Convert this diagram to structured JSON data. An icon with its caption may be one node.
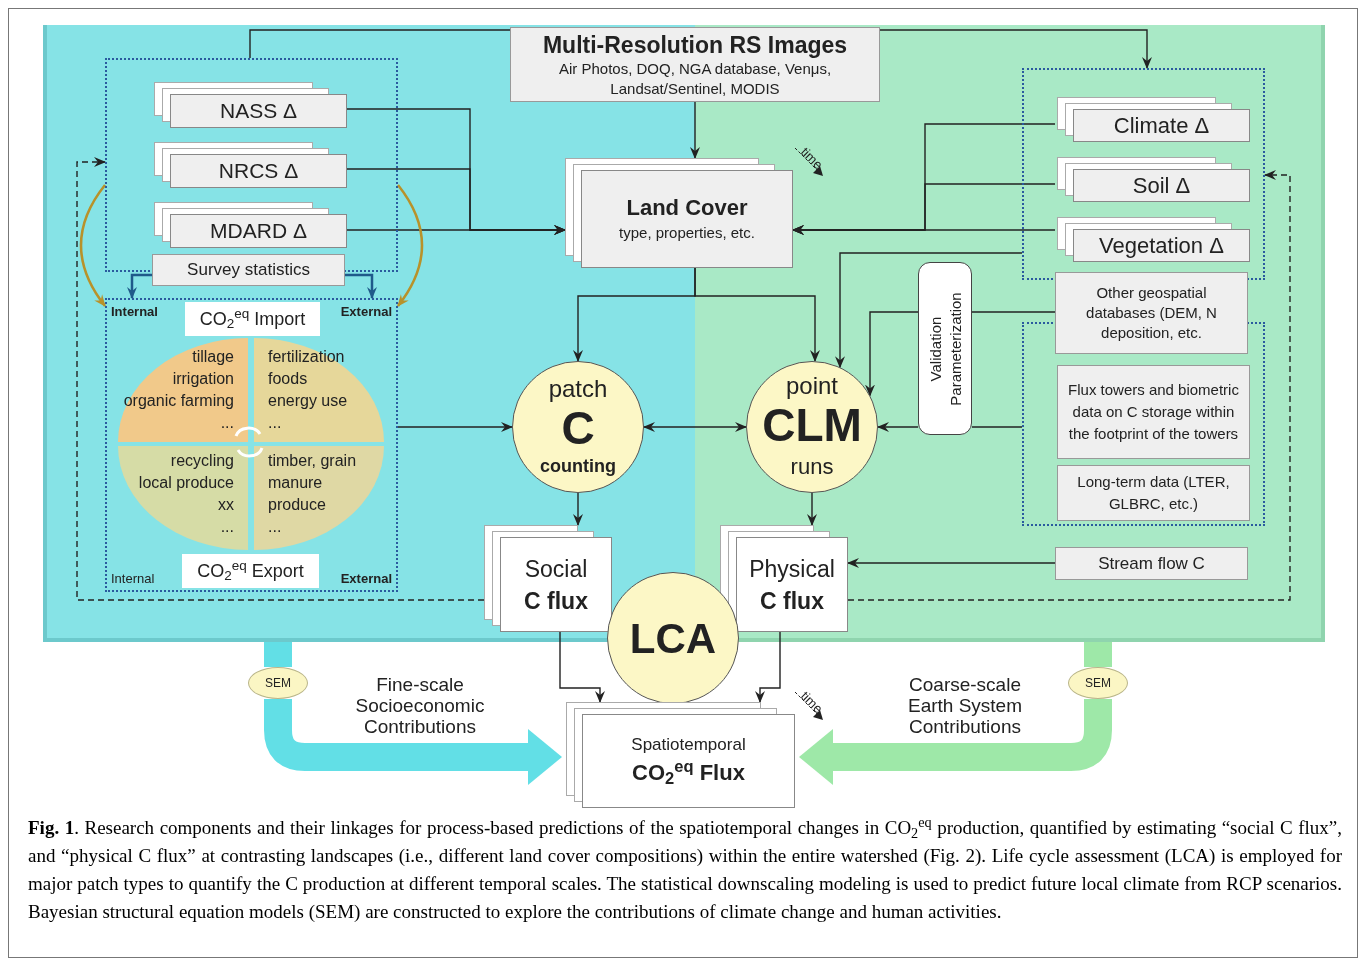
{
  "diagram": {
    "caption": "**Fig. 1**. Research components and their linkages for process-based predictions of the spatiotemporal changes in CO$_{2}$$^{eq}$ production, quantified by estimating “social C flux”, and “physical C flux” at contrasting landscapes (i.e., different land cover compositions) within the entire watershed (Fig. 2). Life cycle assessment (LCA) is employed for major patch types to quantify the C production at different temporal scales. The statistical downscaling modeling is used to predict future local climate from RCP scenarios. Bayesian structural equation models (SEM) are constructed to explore the contributions of climate change and human activities.",
    "nodes": [
      {
        "text": [
          "Multi-Resolution RS Images",
          "Air Photos, DOQ, NGA database, Venμs, Landsat/Sentinel, MODIS"
        ]
      },
      {
        "text": [],
        "shape": "box"
      },
      {
        "text": [
          "NASS Δ"
        ],
        "in": 1
      },
      {
        "text": [
          "NRCS Δ"
        ],
        "in": 1
      },
      {
        "text": [
          "MDARD Δ"
        ],
        "in": 1
      },
      {
        "text": [
          "Survey statistics"
        ]
      },
      {
        "text": [
          "Internal",
          "External",
          "Internal",
          "External"
        ]
      },
      {
        "text": [
          "CO$_{2}$$^{eq}$ Import"
        ],
        "in": 6
      },
      {
        "text": [
          "tillage",
          "irrigation",
          "organic farming",
          "..."
        ],
        "in": 6
      },
      {
        "text": [
          "fertilization",
          "foods",
          "energy use",
          "..."
        ],
        "in": 6
      },
      {
        "text": [
          "recycling",
          "local produce",
          "xx",
          "..."
        ],
        "in": 6
      },
      {
        "text": [
          "timber, grain",
          "manure",
          "produce",
          "..."
        ],
        "in": 6
      },
      {
        "text": [
          "CO$_{2}$$^{eq}$ Export"
        ],
        "in": 6
      },
      {
        "text": [
          "Land Cover",
          "type, properties, etc."
        ],
        "beside": [
          "time"
        ]
      },
      {
        "text": [],
        "shape": "box"
      },
      {
        "text": [
          "Climate Δ"
        ],
        "in": 14
      },
      {
        "text": [
          "Soil Δ"
        ],
        "in": 14
      },
      {
        "text": [
          "Vegetation Δ"
        ],
        "in": 14
      },
      {
        "text": [
          "Other geospatial databases (DEM, N deposition, etc."
        ]
      },
      {
        "text": [],
        "shape": "box"
      },
      {
        "text": [
          "Flux towers and biometric data on C storage within the footprint of the towers"
        ],
        "in": 19
      },
      {
        "text": [
          "Long-term data (LTER, GLBRC, etc.)"
        ],
        "in": 19
      },
      {
        "text": [
          "Validation Parameterization"
        ]
      },
      {
        "text": [
          "patch",
          "C",
          "counting"
        ]
      },
      {
        "text": [
          "point",
          "CLM",
          "runs"
        ]
      },
      {
        "text": [
          "Social",
          "C flux"
        ]
      },
      {
        "text": [
          "Physical",
          "C flux"
        ]
      },
      {
        "text": [
          "Stream flow C"
        ]
      },
      {
        "text": [
          "LCA"
        ]
      },
      {
        "text": [
          "Spatiotemporal",
          "CO$_{2}$$^{eq}$ Flux"
        ],
        "beside": [
          "time"
        ]
      },
      {
        "text": [
          "SEM"
        ]
      },
      {
        "text": [
          "SEM"
        ]
      }
    ],
    "edges": [
      {
        "from": 0,
        "to": 1,
        "arrow": "none"
      },
      {
        "from": 0,
        "to": 14,
        "arrow": "to"
      },
      {
        "from": 0,
        "to": 13,
        "arrow": "to"
      },
      {
        "from": 2,
        "to": 13,
        "arrow": "to"
      },
      {
        "from": 3,
        "to": 13,
        "arrow": "to"
      },
      {
        "from": 4,
        "to": 13,
        "arrow": "to"
      },
      {
        "from": 15,
        "to": 13,
        "arrow": "to"
      },
      {
        "from": 16,
        "to": 13,
        "arrow": "to"
      },
      {
        "from": 17,
        "to": 13,
        "arrow": "to"
      },
      {
        "from": 13,
        "to": 23,
        "arrow": "to"
      },
      {
        "from": 13,
        "to": 24,
        "arrow": "to"
      },
      {
        "from": 5,
        "to": 6,
        "arrow": "to",
        "color": "#1f5a8a"
      },
      {
        "from": 5,
        "to": 6,
        "arrow": "to",
        "color": "#1f5a8a"
      },
      {
        "from": 6,
        "to": 23,
        "arrow": "to"
      },
      {
        "from": 23,
        "to": 24,
        "arrow": "both"
      },
      {
        "from": 14,
        "to": 24,
        "arrow": "to"
      },
      {
        "from": 18,
        "to": 22,
        "arrow": "none"
      },
      {
        "from": 19,
        "to": 22,
        "arrow": "none"
      },
      {
        "from": 23,
        "to": 25,
        "arrow": "to"
      },
      {
        "from": 24,
        "to": 26,
        "arrow": "to"
      },
      {
        "from": 27,
        "to": 26,
        "arrow": "to"
      },
      {
        "from": 25,
        "to": 29,
        "arrow": "to"
      },
      {
        "from": 26,
        "to": 29,
        "arrow": "to"
      },
      {
        "from": 25,
        "to": 1,
        "arrow": "to",
        "style": "dashed"
      },
      {
        "from": 26,
        "to": 14,
        "arrow": "to",
        "style": "dashed"
      },
      {
        "from": 1,
        "to": 6,
        "arrow": "to",
        "color": "#b8922a"
      },
      {
        "from": 1,
        "to": 6,
        "arrow": "to",
        "color": "#b8922a"
      },
      {
        "from": 30,
        "to": 29,
        "arrow": "to",
        "style": "thick",
        "color": "#62dfe6",
        "label": "Fine-scale Socioeconomic Contributions"
      },
      {
        "from": 31,
        "to": 29,
        "arrow": "to",
        "style": "thick",
        "color": "#9ee8a8",
        "label": "Coarse-scale Earth System Contributions"
      },
      {
        "from": 22,
        "to": 24,
        "arrow": "to"
      },
      {
        "from": 22,
        "to": 24,
        "arrow": "to"
      }
    ]
  }
}
